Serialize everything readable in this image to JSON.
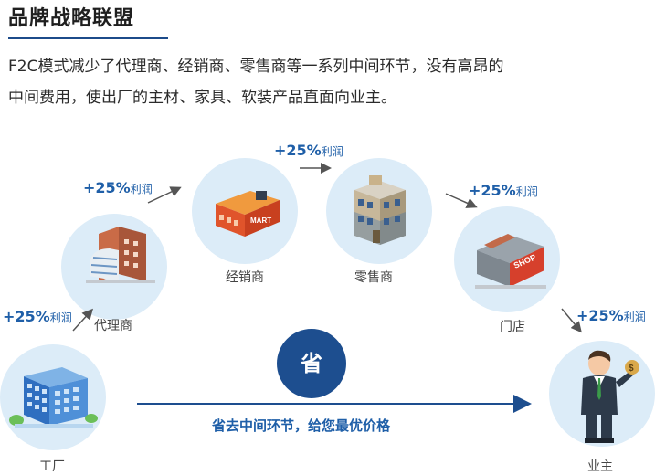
{
  "header": {
    "title": "品牌战略联盟",
    "desc_line1": "F2C模式减少了代理商、经销商、零售商等一系列中间环节，没有高昂的",
    "desc_line2": "中间费用，使出厂的主材、家具、软装产品直面向业主。"
  },
  "nodes": {
    "factory": "工厂",
    "agent": "代理商",
    "distributor": "经销商",
    "retailer": "零售商",
    "store": "门店",
    "owner": "业主"
  },
  "profits": {
    "p1_value": "+25%",
    "p1_unit": "利润",
    "p2_value": "+25%",
    "p2_unit": "利润",
    "p3_value": "+25%",
    "p3_unit": "利润",
    "p4_value": "+25%",
    "p4_unit": "利润",
    "p5_value": "+25%",
    "p5_unit": "利润"
  },
  "savings": {
    "badge": "省",
    "caption": "省去中间环节，给您最优价格"
  },
  "icon_texts": {
    "mart_sign": "MART",
    "shop_sign": "SHOP"
  },
  "colors": {
    "accent": "#1d4e8f",
    "profit_text": "#1f5fa8",
    "circle_fill": "#dcecf8"
  }
}
